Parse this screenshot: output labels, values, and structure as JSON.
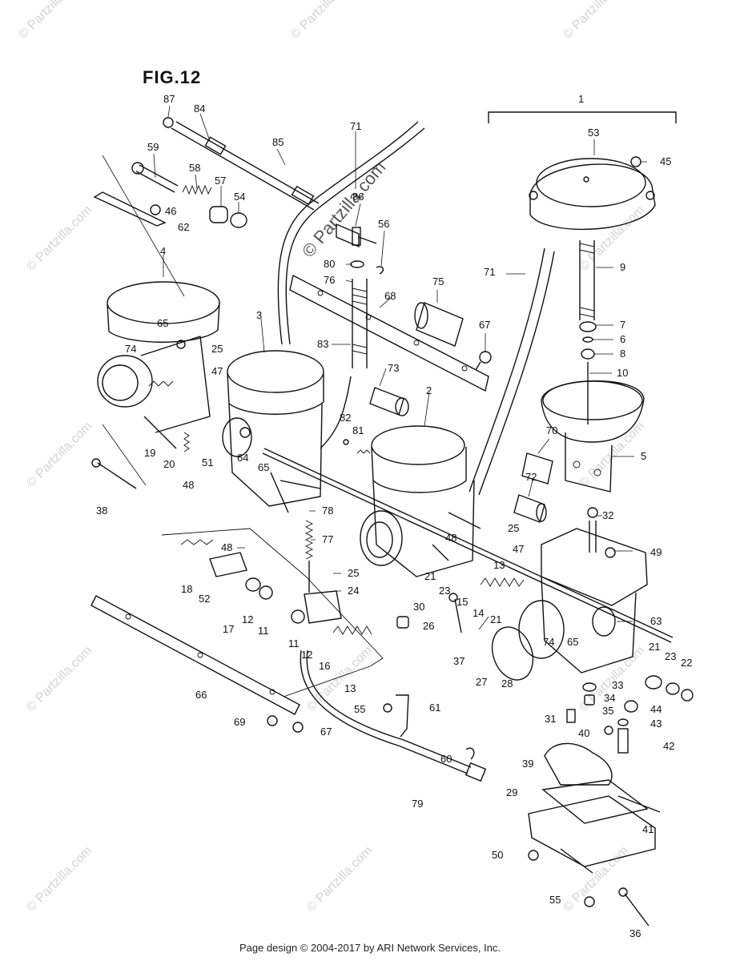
{
  "figure": {
    "title": "FIG.12"
  },
  "footer": {
    "text": "Page design © 2004-2017 by ARI Network Services, Inc."
  },
  "watermarks": {
    "main": "© Partzilla.com",
    "tile": "© Partzilla.com"
  },
  "labels": [
    {
      "id": "87",
      "text": "87"
    },
    {
      "id": "84",
      "text": "84"
    },
    {
      "id": "85",
      "text": "85"
    },
    {
      "id": "71a",
      "text": "71"
    },
    {
      "id": "59",
      "text": "59"
    },
    {
      "id": "58",
      "text": "58"
    },
    {
      "id": "57",
      "text": "57"
    },
    {
      "id": "54",
      "text": "54"
    },
    {
      "id": "86",
      "text": "86"
    },
    {
      "id": "56",
      "text": "56"
    },
    {
      "id": "46",
      "text": "46"
    },
    {
      "id": "62",
      "text": "62"
    },
    {
      "id": "4",
      "text": "4"
    },
    {
      "id": "80",
      "text": "80"
    },
    {
      "id": "76",
      "text": "76"
    },
    {
      "id": "75",
      "text": "75"
    },
    {
      "id": "68",
      "text": "68"
    },
    {
      "id": "67a",
      "text": "67"
    },
    {
      "id": "1",
      "text": "1"
    },
    {
      "id": "53",
      "text": "53"
    },
    {
      "id": "45",
      "text": "45"
    },
    {
      "id": "71b",
      "text": "71"
    },
    {
      "id": "9",
      "text": "9"
    },
    {
      "id": "7",
      "text": "7"
    },
    {
      "id": "6",
      "text": "6"
    },
    {
      "id": "8",
      "text": "8"
    },
    {
      "id": "10",
      "text": "10"
    },
    {
      "id": "5",
      "text": "5"
    },
    {
      "id": "3",
      "text": "3"
    },
    {
      "id": "83",
      "text": "83"
    },
    {
      "id": "73",
      "text": "73"
    },
    {
      "id": "2",
      "text": "2"
    },
    {
      "id": "65a",
      "text": "65"
    },
    {
      "id": "74a",
      "text": "74"
    },
    {
      "id": "25a",
      "text": "25"
    },
    {
      "id": "47a",
      "text": "47"
    },
    {
      "id": "19",
      "text": "19"
    },
    {
      "id": "20",
      "text": "20"
    },
    {
      "id": "48a",
      "text": "48"
    },
    {
      "id": "51",
      "text": "51"
    },
    {
      "id": "64",
      "text": "64"
    },
    {
      "id": "65b",
      "text": "65"
    },
    {
      "id": "82",
      "text": "82"
    },
    {
      "id": "81",
      "text": "81"
    },
    {
      "id": "70",
      "text": "70"
    },
    {
      "id": "72",
      "text": "72"
    },
    {
      "id": "32",
      "text": "32"
    },
    {
      "id": "38",
      "text": "38"
    },
    {
      "id": "78",
      "text": "78"
    },
    {
      "id": "77",
      "text": "77"
    },
    {
      "id": "48b",
      "text": "48"
    },
    {
      "id": "25b",
      "text": "25"
    },
    {
      "id": "47b",
      "text": "47"
    },
    {
      "id": "49",
      "text": "49"
    },
    {
      "id": "48c",
      "text": "48"
    },
    {
      "id": "18",
      "text": "18"
    },
    {
      "id": "52",
      "text": "52"
    },
    {
      "id": "17",
      "text": "17"
    },
    {
      "id": "12a",
      "text": "12"
    },
    {
      "id": "11a",
      "text": "11"
    },
    {
      "id": "25c",
      "text": "25"
    },
    {
      "id": "24",
      "text": "24"
    },
    {
      "id": "21a",
      "text": "21"
    },
    {
      "id": "23a",
      "text": "23"
    },
    {
      "id": "15",
      "text": "15"
    },
    {
      "id": "13a",
      "text": "13"
    },
    {
      "id": "14",
      "text": "14"
    },
    {
      "id": "21b",
      "text": "21"
    },
    {
      "id": "30",
      "text": "30"
    },
    {
      "id": "26",
      "text": "26"
    },
    {
      "id": "74b",
      "text": "74"
    },
    {
      "id": "65c",
      "text": "65"
    },
    {
      "id": "63",
      "text": "63"
    },
    {
      "id": "11b",
      "text": "11"
    },
    {
      "id": "12b",
      "text": "12"
    },
    {
      "id": "16",
      "text": "16"
    },
    {
      "id": "13b",
      "text": "13"
    },
    {
      "id": "37",
      "text": "37"
    },
    {
      "id": "27",
      "text": "27"
    },
    {
      "id": "28",
      "text": "28"
    },
    {
      "id": "21c",
      "text": "21"
    },
    {
      "id": "23b",
      "text": "23"
    },
    {
      "id": "22",
      "text": "22"
    },
    {
      "id": "66",
      "text": "66"
    },
    {
      "id": "33",
      "text": "33"
    },
    {
      "id": "34",
      "text": "34"
    },
    {
      "id": "35",
      "text": "35"
    },
    {
      "id": "44",
      "text": "44"
    },
    {
      "id": "55a",
      "text": "55"
    },
    {
      "id": "61",
      "text": "61"
    },
    {
      "id": "31",
      "text": "31"
    },
    {
      "id": "43",
      "text": "43"
    },
    {
      "id": "69",
      "text": "69"
    },
    {
      "id": "67b",
      "text": "67"
    },
    {
      "id": "40",
      "text": "40"
    },
    {
      "id": "42",
      "text": "42"
    },
    {
      "id": "60",
      "text": "60"
    },
    {
      "id": "39",
      "text": "39"
    },
    {
      "id": "79",
      "text": "79"
    },
    {
      "id": "29",
      "text": "29"
    },
    {
      "id": "41",
      "text": "41"
    },
    {
      "id": "50",
      "text": "50"
    },
    {
      "id": "55b",
      "text": "55"
    },
    {
      "id": "36",
      "text": "36"
    }
  ]
}
